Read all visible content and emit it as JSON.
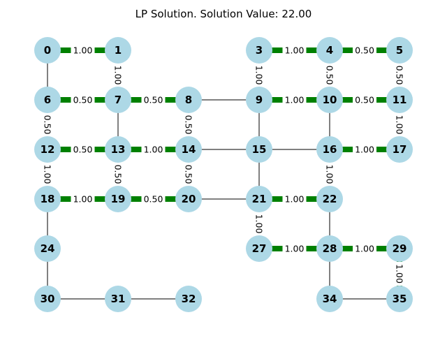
{
  "title": "LP Solution. Solution Value: 22.00",
  "colors": {
    "node_fill": "#add8e6",
    "node_text": "#000000",
    "edge_default": "#808080",
    "edge_solution": "#008000",
    "background": "#ffffff"
  },
  "nodes": [
    {
      "id": 0,
      "label": "0"
    },
    {
      "id": 1,
      "label": "1"
    },
    {
      "id": 3,
      "label": "3"
    },
    {
      "id": 4,
      "label": "4"
    },
    {
      "id": 5,
      "label": "5"
    },
    {
      "id": 6,
      "label": "6"
    },
    {
      "id": 7,
      "label": "7"
    },
    {
      "id": 8,
      "label": "8"
    },
    {
      "id": 9,
      "label": "9"
    },
    {
      "id": 10,
      "label": "10"
    },
    {
      "id": 11,
      "label": "11"
    },
    {
      "id": 12,
      "label": "12"
    },
    {
      "id": 13,
      "label": "13"
    },
    {
      "id": 14,
      "label": "14"
    },
    {
      "id": 15,
      "label": "15"
    },
    {
      "id": 16,
      "label": "16"
    },
    {
      "id": 17,
      "label": "17"
    },
    {
      "id": 18,
      "label": "18"
    },
    {
      "id": 19,
      "label": "19"
    },
    {
      "id": 20,
      "label": "20"
    },
    {
      "id": 21,
      "label": "21"
    },
    {
      "id": 22,
      "label": "22"
    },
    {
      "id": 24,
      "label": "24"
    },
    {
      "id": 27,
      "label": "27"
    },
    {
      "id": 28,
      "label": "28"
    },
    {
      "id": 29,
      "label": "29"
    },
    {
      "id": 30,
      "label": "30"
    },
    {
      "id": 31,
      "label": "31"
    },
    {
      "id": 32,
      "label": "32"
    },
    {
      "id": 34,
      "label": "34"
    },
    {
      "id": 35,
      "label": "35"
    }
  ],
  "edges": [
    {
      "source": 0,
      "target": 1,
      "weight": "1.00"
    },
    {
      "source": 0,
      "target": 6,
      "weight": null
    },
    {
      "source": 1,
      "target": 7,
      "weight": "1.00"
    },
    {
      "source": 3,
      "target": 4,
      "weight": "1.00"
    },
    {
      "source": 3,
      "target": 9,
      "weight": "1.00"
    },
    {
      "source": 4,
      "target": 5,
      "weight": "0.50"
    },
    {
      "source": 4,
      "target": 10,
      "weight": "0.50"
    },
    {
      "source": 5,
      "target": 11,
      "weight": "0.50"
    },
    {
      "source": 6,
      "target": 7,
      "weight": "0.50"
    },
    {
      "source": 6,
      "target": 12,
      "weight": "0.50"
    },
    {
      "source": 7,
      "target": 8,
      "weight": "0.50"
    },
    {
      "source": 7,
      "target": 13,
      "weight": null
    },
    {
      "source": 8,
      "target": 9,
      "weight": null
    },
    {
      "source": 8,
      "target": 14,
      "weight": "0.50"
    },
    {
      "source": 9,
      "target": 10,
      "weight": "1.00"
    },
    {
      "source": 9,
      "target": 15,
      "weight": null
    },
    {
      "source": 10,
      "target": 11,
      "weight": "0.50"
    },
    {
      "source": 10,
      "target": 16,
      "weight": null
    },
    {
      "source": 11,
      "target": 17,
      "weight": "1.00"
    },
    {
      "source": 12,
      "target": 13,
      "weight": "0.50"
    },
    {
      "source": 12,
      "target": 18,
      "weight": "1.00"
    },
    {
      "source": 13,
      "target": 14,
      "weight": "1.00"
    },
    {
      "source": 13,
      "target": 19,
      "weight": "0.50"
    },
    {
      "source": 14,
      "target": 15,
      "weight": null
    },
    {
      "source": 14,
      "target": 20,
      "weight": "0.50"
    },
    {
      "source": 15,
      "target": 16,
      "weight": null
    },
    {
      "source": 15,
      "target": 21,
      "weight": null
    },
    {
      "source": 16,
      "target": 17,
      "weight": "1.00"
    },
    {
      "source": 16,
      "target": 22,
      "weight": "1.00"
    },
    {
      "source": 18,
      "target": 19,
      "weight": "1.00"
    },
    {
      "source": 18,
      "target": 24,
      "weight": null
    },
    {
      "source": 19,
      "target": 20,
      "weight": "0.50"
    },
    {
      "source": 20,
      "target": 21,
      "weight": null
    },
    {
      "source": 21,
      "target": 22,
      "weight": "1.00"
    },
    {
      "source": 21,
      "target": 27,
      "weight": "1.00"
    },
    {
      "source": 22,
      "target": 28,
      "weight": null
    },
    {
      "source": 24,
      "target": 30,
      "weight": null
    },
    {
      "source": 27,
      "target": 28,
      "weight": "1.00"
    },
    {
      "source": 28,
      "target": 29,
      "weight": "1.00"
    },
    {
      "source": 28,
      "target": 34,
      "weight": null
    },
    {
      "source": 29,
      "target": 35,
      "weight": "1.00"
    },
    {
      "source": 30,
      "target": 31,
      "weight": null
    },
    {
      "source": 31,
      "target": 32,
      "weight": null
    },
    {
      "source": 34,
      "target": 35,
      "weight": null
    }
  ]
}
